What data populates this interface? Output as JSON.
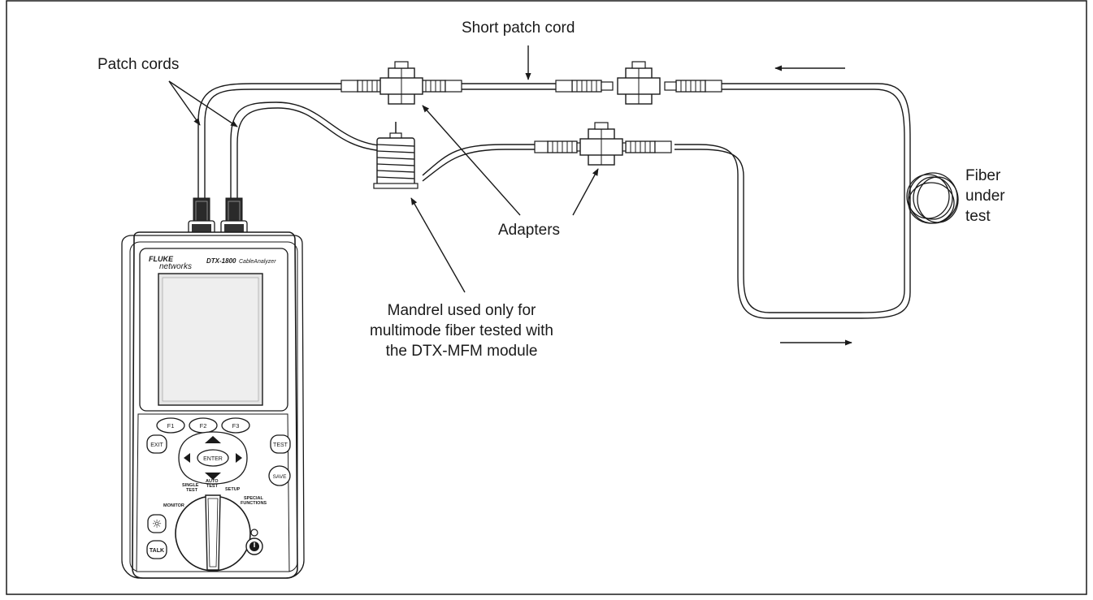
{
  "labels": {
    "patch_cords": "Patch cords",
    "short_patch_cord": "Short patch cord",
    "adapters": "Adapters",
    "mandrel_line1": "Mandrel used only for",
    "mandrel_line2": "multimode fiber tested with",
    "mandrel_line3": "the DTX-MFM module",
    "fiber_line1": "Fiber",
    "fiber_line2": "under",
    "fiber_line3": "test"
  },
  "device": {
    "brand_top": "FLUKE",
    "brand_bottom": "networks",
    "model": "DTX-1800",
    "model_suffix": "CableAnalyzer",
    "keys": {
      "f1": "F1",
      "f2": "F2",
      "f3": "F3",
      "exit": "EXIT",
      "test": "TEST",
      "enter": "ENTER",
      "save": "SAVE",
      "talk": "TALK"
    },
    "dial": {
      "monitor": "MONITOR",
      "single_test_1": "SINGLE",
      "single_test_2": "TEST",
      "auto_test_1": "AUTO",
      "auto_test_2": "TEST",
      "setup": "SETUP",
      "special_1": "SPECIAL",
      "special_2": "FUNCTIONS"
    }
  },
  "icons": {
    "backlight": "sun-icon",
    "power": "power-icon"
  }
}
